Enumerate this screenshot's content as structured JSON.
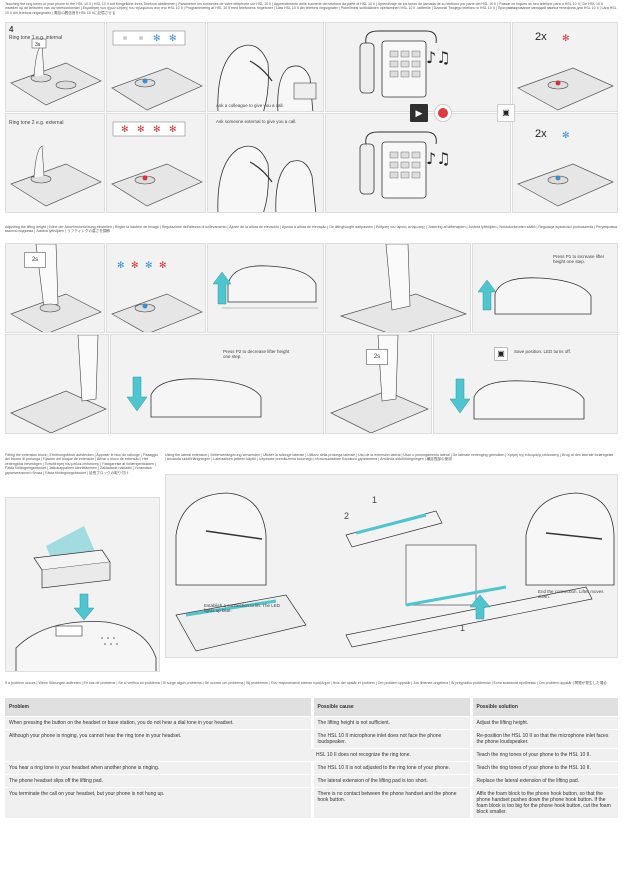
{
  "header_teach": "Teaching the ring tones of your phone to the HSL 10 II | HSL 10 II auf Klingeltöne Ihres Telefons abstimmen | Paramétrer les sonneries de votre téléphone sur HSL 10 II | Apprendimento delle suonerie del telefono da parte di HSL 10 II | Aprendizaje de los tonos de llamada de su teléfono por parte del HSL 10 II | Passar os toques do seu telefone para o HSL 10 II | De HSL 10 II instellen op de beltonen van uw telefoontoestel | Εκμάθηση των ήχων κλήσης του τηλεφώνου σας στο HSL 10 II | Programmering af HSL 10 II med telefonens ringetoner | Lära HSL 10 II din telefons ringsignaler | Puhelimesi soittoäänien opettaminen HSL 10 II -laitteelle | Dzwonki Twojego telefonu w HSL 10 II | Программирование мелодий звонка телефона для HSL 10 II | Lära HSL 10 II din telefons ringsignaler | 電話の着信音をHSL 10 IIに記憶させる",
  "step_number": "4",
  "ring1_label": "Ring tone 1 e.g. internal",
  "ring2_label": "Ring tone 2 e.g. external",
  "ask_colleague": "Ask a colleague to give you a call.",
  "ask_external": "Ask someone external to give you a call.",
  "multiplier1": "2x",
  "multiplier2": "2x",
  "header_adjust": "Adjusting the lifting height | Höhe der Abnehmvorrichtung einstellen | Régler la hauteur de levage | Regolazione dell'altezza di sollevamento | Ajuste de la altura de elevación | Ajustar a altura de elevação | De liftinghoogte aanpassen | Ρύθμιση του ύψους ανύψωσης | Justering af løftehøjden | Justera lyfthöjden | Nostokorkeuden säätö | Regulacja wysokości podnoszenia | Регулировка высоты подъема | Justera lyfthöjden | リフティングの高さを調節",
  "timer_2s_a": "2s",
  "timer_2s_b": "2s",
  "press_p1": "Press P1 to increase lifter height one step.",
  "press_p2": "Press P2 to decrease lifter height one step.",
  "save_note": "Save position. LED turns off.",
  "header_extension": "Fitting the extension block | Erhöhungsblock aufstecken | Apposer le bloc de rallonge | Fissaggio del blocco di prolunga | Fijación del bloque de extensión | Afixar o bloco de extensão | Het verlengblok bevestigen | Τοποθέτηση του μπλοκ επέκτασης | Fastgørelse af forlængerblokken | Fästa förlängningsblocket | Jatkokappaleen kiinnittäminen | Zakładanie nakładki | Установка удлинительного блока | Fästa förlängningsblocket | 延長ブロックの取り付け",
  "header_lateral": "Using the lateral extension | Seitenverlängerung verwenden | Utiliser la rallonge latérale | Utilizzo della prolunga laterale | Uso de la extensión lateral | Usar o prolongamento lateral | De laterale verlenging gebruiken | Χρήση της πλευρικής επέκτασης | Brug af den laterale forlængelse | Använda sidoförlängningen | Lateraalisen jatkeen käyttö | Używanie przedłużenia bocznego | Использование бокового удлинителя | Använda sidoförlängningen | 横延長部の使用",
  "establish_note": "Establish a connection to lift. The LED lights up blue.",
  "end_note": "End the connection. Lifter moves down.",
  "num1": "1",
  "num2": "2",
  "header_problem": "If a problem occurs | Wenn Störungen auftreten | En cas de problème | Se si verifica un problema | Si surge algún problema | Se ocorrer um problema | Bij problemen | Εάν παρουσιαστεί κάποιο πρόβλημα | Hvis der opstår et problem | Om problem uppstår | Jos ilmenee ongelmia | W przypadku problemów | Если возникли проблемы | Om problem uppstår | 問題が発生した場合",
  "table": {
    "headers": [
      "Problem",
      "Possible cause",
      "Possible solution"
    ],
    "rows": [
      {
        "problem": "When pressing the button on the headset or base station, you do not hear a dial tone in your headset.",
        "cause": "The lifting height is not sufficient.",
        "solution": "Adjust the lifting height."
      },
      {
        "problem": "Although your phone is ringing, you cannot hear the ring tone in your headset.",
        "cause": "The HSL 10 II microphone inlet does not face the phone loudspeaker.",
        "solution": "Re-position the HSL 10 II so that the microphone inlet faces the phone loudspeaker."
      },
      {
        "problem": "",
        "cause": "HSL 10 II does not recognize the ring tone.",
        "solution": "Teach the ring tones of your phone to the HSL 10 II."
      },
      {
        "problem": "You hear a ring tone in your headset when another phone is ringing.",
        "cause": "The HSL 10 II is not adjusted to the ring tone of your phone.",
        "solution": "Teach the ring tones of your phone to the HSL 10 II."
      },
      {
        "problem": "The phone headset slips off the lifting pad.",
        "cause": "The lateral extension of the lifting pad is too short.",
        "solution": "Replace the lateral extension of the lifting pad."
      },
      {
        "problem": "You terminate the call on your headset, but your phone is not hung up.",
        "cause": "There is no contact between the phone handset and the phone hook button.",
        "solution": "Affix the foam block to the phone hook button, so that the phone handset pushes down the phone hook button. If the foam block is too big for the phone hook button, cut the foam block smaller."
      }
    ]
  }
}
